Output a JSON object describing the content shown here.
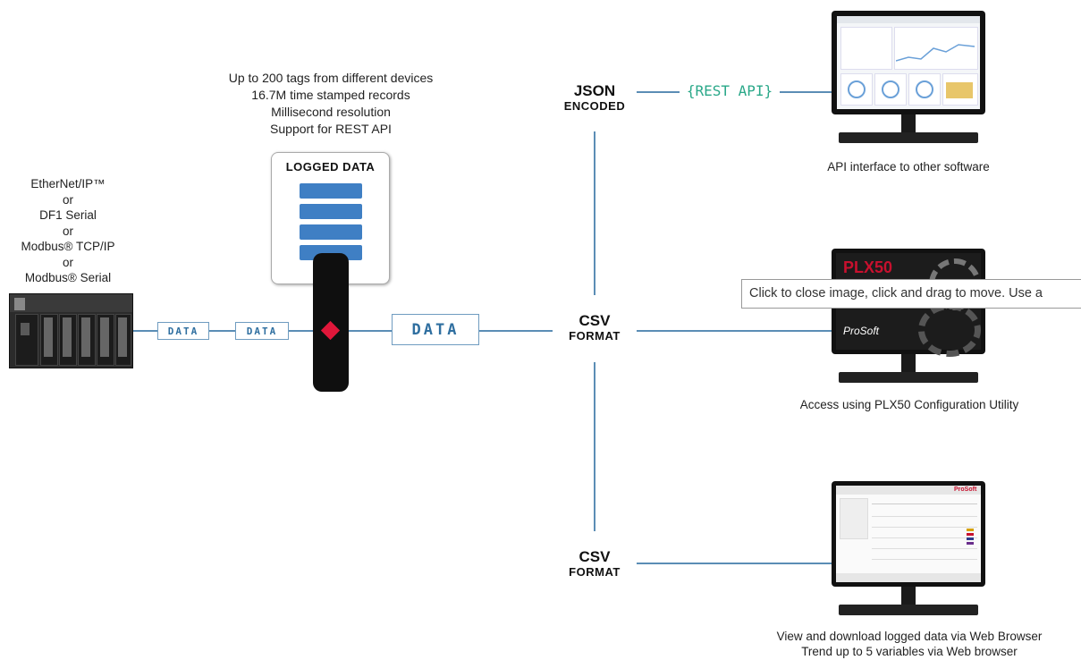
{
  "source_protocols": [
    "EtherNet/IP™",
    "or",
    "DF1 Serial",
    "or",
    "Modbus® TCP/IP",
    "or",
    "Modbus® Serial"
  ],
  "features": [
    "Up to 200 tags from different devices",
    "16.7M time stamped records",
    "Millisecond resolution",
    "Support for REST API"
  ],
  "logged_data_label": "LOGGED DATA",
  "data_tags": [
    "DATA",
    "DATA",
    "DATA"
  ],
  "json_label": {
    "line1": "JSON",
    "line2": "ENCODED"
  },
  "rest_api_label": "{REST API}",
  "csv_label_1": {
    "line1": "CSV",
    "line2": "FORMAT"
  },
  "csv_label_2": {
    "line1": "CSV",
    "line2": "FORMAT"
  },
  "captions": {
    "api": "API interface to other software",
    "plx50": "Access using PLX50 Configuration Utility",
    "web1": "View and download logged data via Web Browser",
    "web2": "Trend up to 5 variables via Web browser"
  },
  "plx50_screen": {
    "title": "PLX50",
    "brand": "ProSoft"
  },
  "web_screen": {
    "brand": "ProSoft"
  },
  "tooltip": "Click to close image, click and drag to move. Use a",
  "colors": {
    "line": "#5b8db5",
    "db_disk": "#3f7fc4",
    "diamond": "#e0173a",
    "rest_api": "#2aa889",
    "plx_red": "#c8102e"
  }
}
